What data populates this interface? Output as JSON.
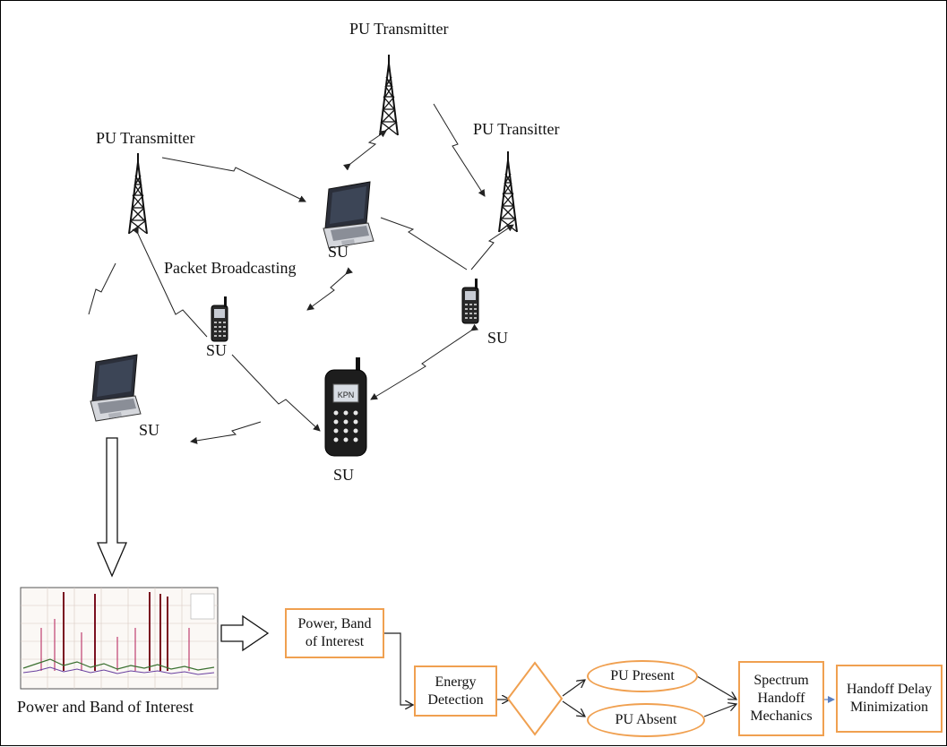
{
  "network": {
    "pu_tx_top": "PU Transmitter",
    "pu_tx_left": "PU Transmitter",
    "pu_tx_right": "PU Transitter",
    "packet_broadcasting": "Packet Broadcasting",
    "su_laptop_center": "SU",
    "su_phone_left": "SU",
    "su_phone_right": "SU",
    "su_laptop_left": "SU",
    "su_phone_bottom": "SU",
    "phone_screen_text": "KPN"
  },
  "spectrum": {
    "caption": "Power and Band of Interest"
  },
  "flow": {
    "power_band": "Power, Band of Interest",
    "energy_detection": "Energy Detection",
    "pu_present": "PU Present",
    "pu_absent": "PU Absent",
    "spectrum_handoff": "Spectrum Handoff Mechanics",
    "handoff_delay": "Handoff Delay Minimization"
  },
  "colors": {
    "box_border": "#f0a050",
    "line": "#333333",
    "arrow_blue": "#5b7fc0"
  },
  "icons": [
    "tower-icon",
    "laptop-icon",
    "cellphone-icon",
    "hollow-arrow-icon",
    "diamond-shape"
  ]
}
